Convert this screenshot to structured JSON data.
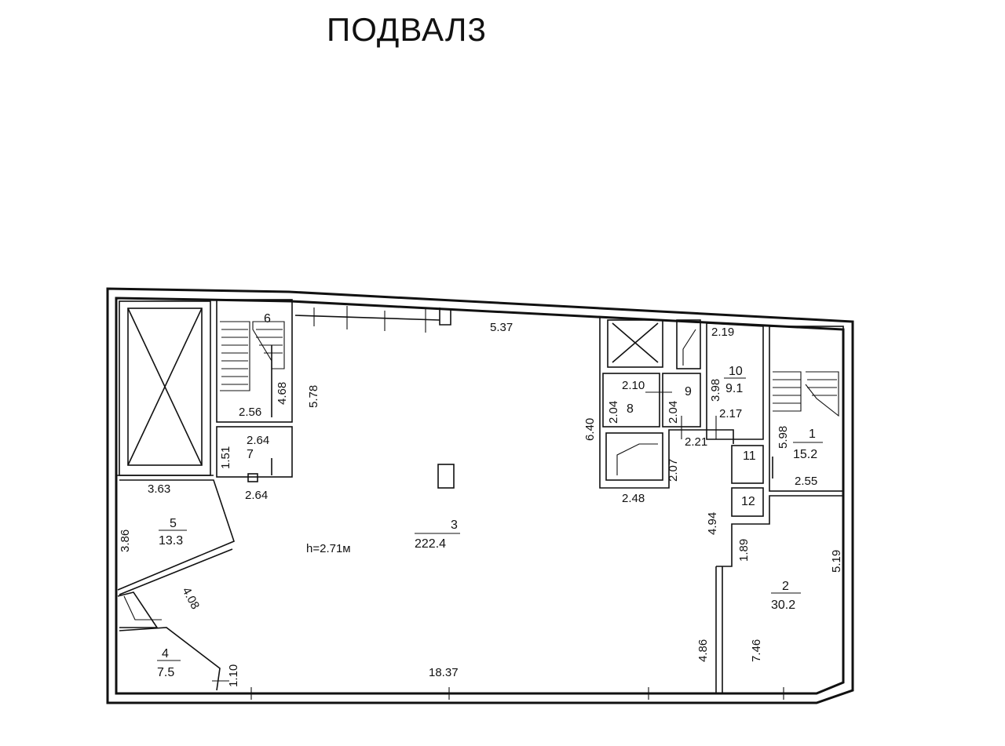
{
  "title": "ПОДВАЛ3",
  "height_label": "h=2.71м",
  "rooms": [
    {
      "number": "1",
      "area": "15.2"
    },
    {
      "number": "2",
      "area": "30.2"
    },
    {
      "number": "3",
      "area": "222.4"
    },
    {
      "number": "4",
      "area": "7.5"
    },
    {
      "number": "5",
      "area": "13.3"
    },
    {
      "number": "6"
    },
    {
      "number": "7"
    },
    {
      "number": "8"
    },
    {
      "number": "9"
    },
    {
      "number": "10",
      "area": "9.1"
    },
    {
      "number": "11"
    },
    {
      "number": "12"
    }
  ],
  "dimensions": {
    "top_hall": "5.37",
    "stair6_h": "4.68",
    "hall_left_v": "5.78",
    "r6_w": "2.56",
    "r7_top": "2.64",
    "r7_bottom": "2.64",
    "r7_h": "1.51",
    "shaft_w": "3.63",
    "r5_h": "3.86",
    "r5_diag": "4.08",
    "r4_door": "1.10",
    "bottom": "18.37",
    "core_v": "6.40",
    "r8_top": "2.10",
    "r8_h": "2.04",
    "r9_h": "2.04",
    "r10_top": "2.19",
    "r10_h": "3.98",
    "r10_w": "2.17",
    "corr_w": "2.21",
    "room_h": "2.07",
    "core_w": "2.48",
    "r1_h": "5.98",
    "r1_w": "2.55",
    "r12_v": "4.94",
    "r2_door": "1.89",
    "r2_h": "5.19",
    "r2_w": "7.46",
    "hall_right_v": "4.86"
  }
}
